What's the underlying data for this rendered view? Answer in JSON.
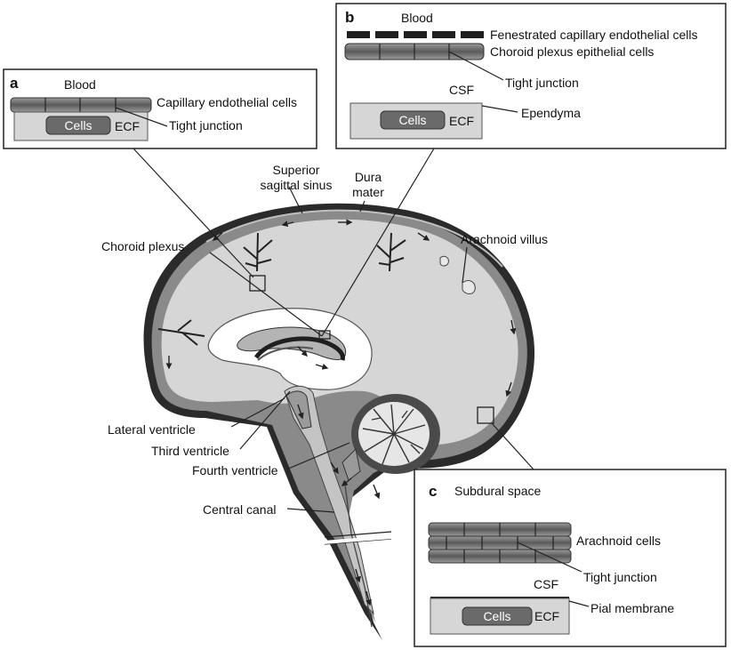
{
  "panel_a": {
    "letter": "a",
    "blood": "Blood",
    "capillary_endothelial": "Capillary endothelial cells",
    "tight_junction": "Tight junction",
    "cells": "Cells",
    "ecf": "ECF"
  },
  "panel_b": {
    "letter": "b",
    "blood": "Blood",
    "fenestrated": "Fenestrated capillary endothelial cells",
    "choroid_epithelial": "Choroid plexus epithelial cells",
    "tight_junction": "Tight junction",
    "csf": "CSF",
    "ependyma": "Ependyma",
    "cells": "Cells",
    "ecf": "ECF"
  },
  "panel_c": {
    "letter": "c",
    "subdural": "Subdural space",
    "arachnoid_cells": "Arachnoid cells",
    "tight_junction": "Tight junction",
    "csf": "CSF",
    "pial": "Pial membrane",
    "cells": "Cells",
    "ecf": "ECF"
  },
  "brain_labels": {
    "sss_line1": "Superior",
    "sss_line2": "sagittal sinus",
    "dura_line1": "Dura",
    "dura_line2": "mater",
    "arachnoid_villus": "Arachnoid villus",
    "choroid_plexus": "Choroid plexus",
    "lateral_ventricle": "Lateral ventricle",
    "third_ventricle": "Third ventricle",
    "fourth_ventricle": "Fourth ventricle",
    "central_canal": "Central canal"
  },
  "colors": {
    "dark": "#2b2b2b",
    "mid_gray": "#8a8a8a",
    "light_gray": "#d6d6d6",
    "cell_gray": "#6a6a6a",
    "ventricle_gray": "#b4b4b4"
  }
}
